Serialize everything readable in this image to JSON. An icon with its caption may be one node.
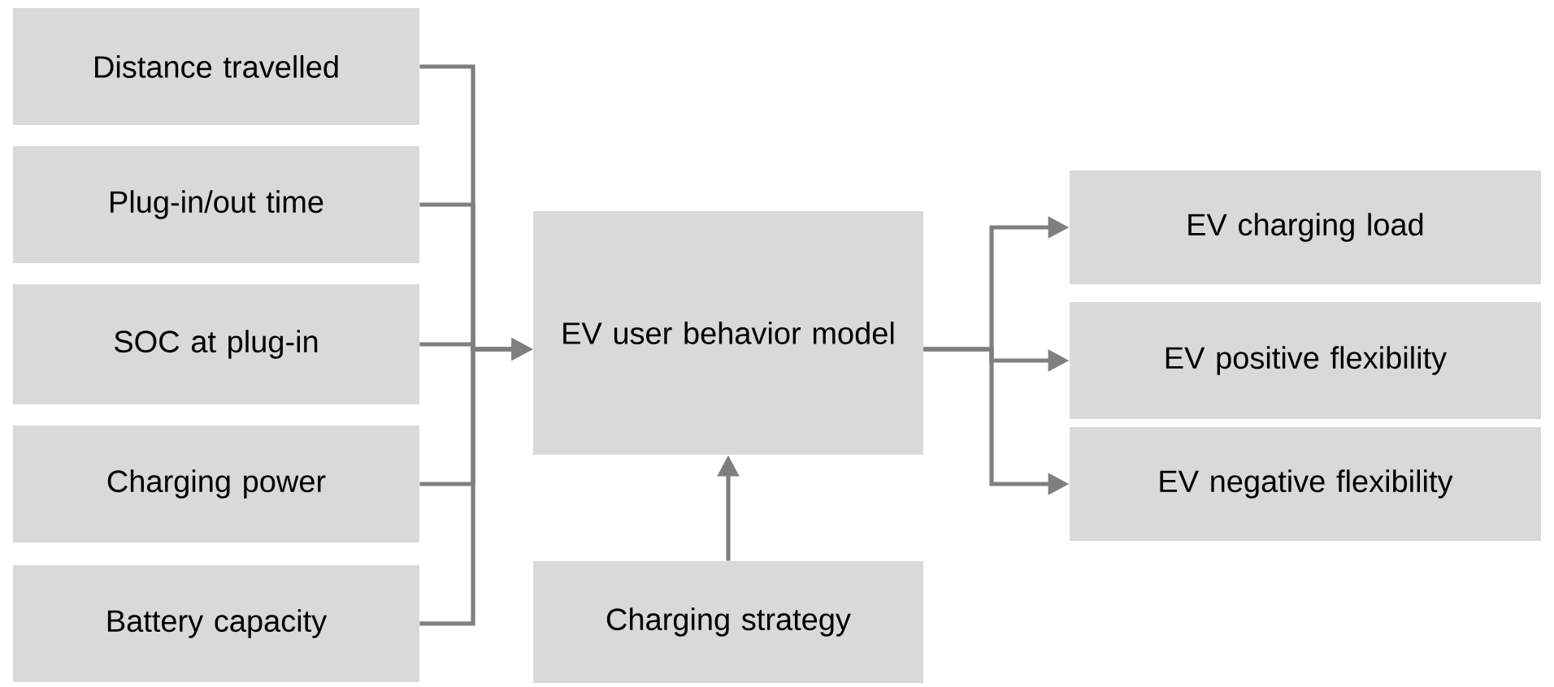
{
  "diagram": {
    "nodes": [
      {
        "text": [
          "Distance travelled"
        ]
      },
      {
        "text": [
          "Plug-in/out time"
        ]
      },
      {
        "text": [
          "SOC at plug-in"
        ]
      },
      {
        "text": [
          "Charging power"
        ]
      },
      {
        "text": [
          "Battery capacity"
        ]
      },
      {
        "text": [
          "EV user behavior model"
        ]
      },
      {
        "text": [
          "Charging strategy"
        ]
      },
      {
        "text": [
          "EV charging load"
        ]
      },
      {
        "text": [
          "EV positive flexibility"
        ]
      },
      {
        "text": [
          "EV negative flexibility"
        ]
      }
    ],
    "edges": [
      {
        "from": 0,
        "to": 5,
        "arrow": "to"
      },
      {
        "from": 1,
        "to": 5,
        "arrow": "to"
      },
      {
        "from": 2,
        "to": 5,
        "arrow": "to"
      },
      {
        "from": 3,
        "to": 5,
        "arrow": "to"
      },
      {
        "from": 4,
        "to": 5,
        "arrow": "to"
      },
      {
        "from": 6,
        "to": 5,
        "arrow": "to"
      },
      {
        "from": 5,
        "to": 7,
        "arrow": "to"
      },
      {
        "from": 5,
        "to": 8,
        "arrow": "to"
      },
      {
        "from": 5,
        "to": 9,
        "arrow": "to"
      }
    ]
  }
}
